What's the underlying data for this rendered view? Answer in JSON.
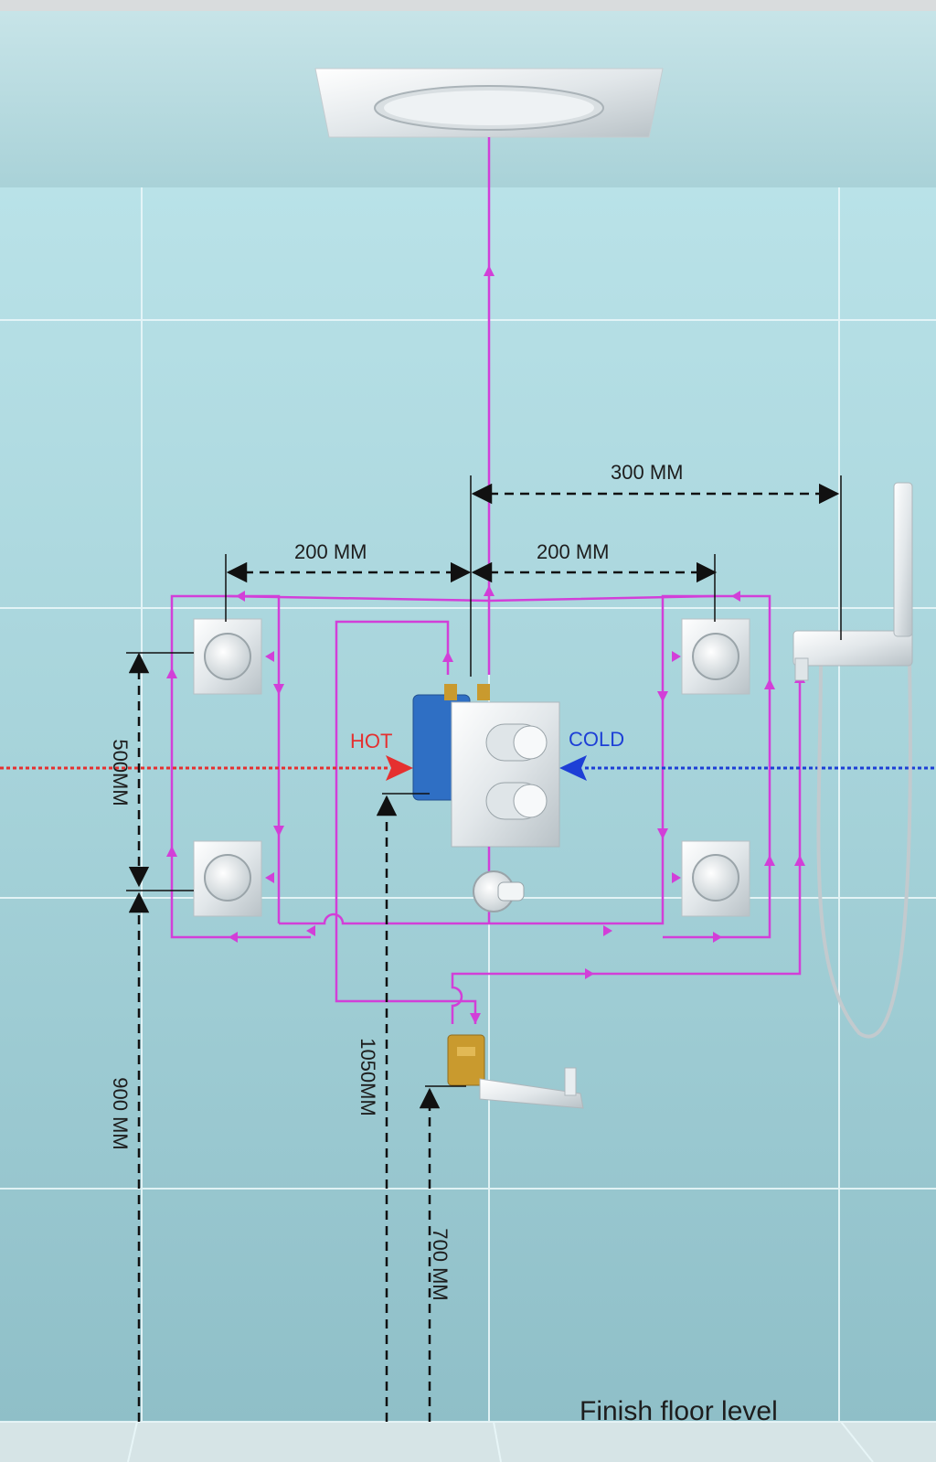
{
  "labels": {
    "hot": "HOT",
    "cold": "COLD",
    "dim_300": "300 MM",
    "dim_200_left": "200 MM",
    "dim_200_right": "200 MM",
    "dim_500": "500MM",
    "dim_900": "900 MM",
    "dim_1050": "1050MM",
    "dim_700": "700 MM",
    "floor": "Finish floor level"
  },
  "colors": {
    "wall": "#a7d3da",
    "ceiling": "#b5dbe0",
    "grout": "#e8f6f8",
    "pipe": "#d23fd8",
    "hot": "#e53030",
    "cold": "#1d3fd6",
    "dimension": "#111111",
    "chrome": "#e9eef0",
    "valve_body": "#2f6fc4",
    "brass": "#c99a2e"
  }
}
